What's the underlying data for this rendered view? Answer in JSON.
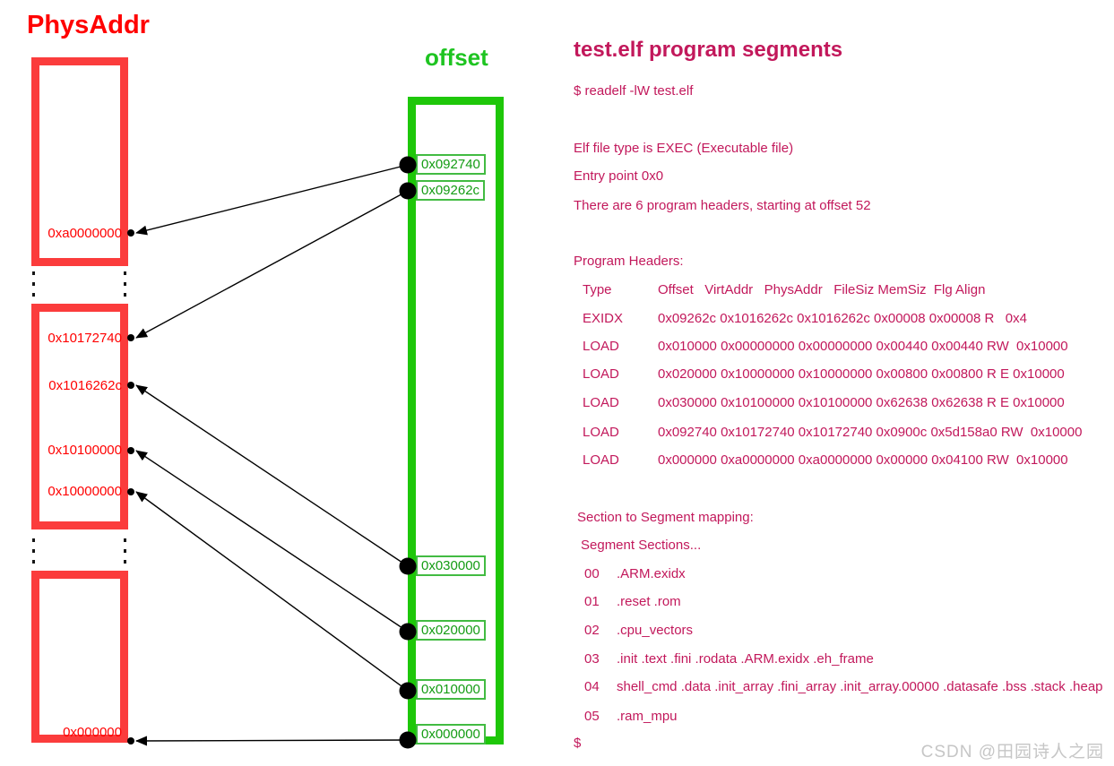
{
  "diagram": {
    "phys_title": "PhysAddr",
    "offset_title": "offset",
    "phys_labels": [
      "0xa0000000",
      "0x10172740",
      "0x1016262c",
      "0x10100000",
      "0x10000000",
      "0x000000"
    ],
    "offset_labels": [
      "0x092740",
      "0x09262c",
      "0x030000",
      "0x020000",
      "0x010000",
      "0x000000"
    ],
    "colors": {
      "red_box": "#fb3c3c",
      "red_text": "#ff0000",
      "green_box": "#1ec709",
      "green_text": "#149c14",
      "panel_text": "#c2185b"
    }
  },
  "panel": {
    "title": "test.elf program segments",
    "command": "$ readelf -lW test.elf",
    "info_lines": [
      "Elf file type is EXEC (Executable file)",
      "Entry point 0x0",
      "There are 6 program headers, starting at offset 52"
    ],
    "program_headers": {
      "heading": "Program Headers:",
      "col_type": "Type",
      "col_rest": "Offset   VirtAddr   PhysAddr   FileSiz MemSiz  Flg Align",
      "rows": [
        {
          "type": "EXIDX",
          "values": "0x09262c 0x1016262c 0x1016262c 0x00008 0x00008 R   0x4"
        },
        {
          "type": "LOAD",
          "values": "0x010000 0x00000000 0x00000000 0x00440 0x00440 RW  0x10000"
        },
        {
          "type": "LOAD",
          "values": "0x020000 0x10000000 0x10000000 0x00800 0x00800 R E 0x10000"
        },
        {
          "type": "LOAD",
          "values": "0x030000 0x10100000 0x10100000 0x62638 0x62638 R E 0x10000"
        },
        {
          "type": "LOAD",
          "values": "0x092740 0x10172740 0x10172740 0x0900c 0x5d158a0 RW  0x10000"
        },
        {
          "type": "LOAD",
          "values": "0x000000 0xa0000000 0xa0000000 0x00000 0x04100 RW  0x10000"
        }
      ]
    },
    "mapping": {
      "heading": "Section to Segment mapping:",
      "subheading": "Segment Sections...",
      "rows": [
        {
          "num": "00",
          "sections": ".ARM.exidx"
        },
        {
          "num": "01",
          "sections": ".reset .rom"
        },
        {
          "num": "02",
          "sections": ".cpu_vectors"
        },
        {
          "num": "03",
          "sections": ".init .text .fini .rodata .ARM.exidx .eh_frame"
        },
        {
          "num": "04",
          "sections": "shell_cmd .data .init_array .fini_array .init_array.00000 .datasafe .bss .stack .heap"
        },
        {
          "num": "05",
          "sections": ".ram_mpu"
        }
      ]
    },
    "prompt": "$"
  },
  "watermark": "CSDN @田园诗人之园"
}
